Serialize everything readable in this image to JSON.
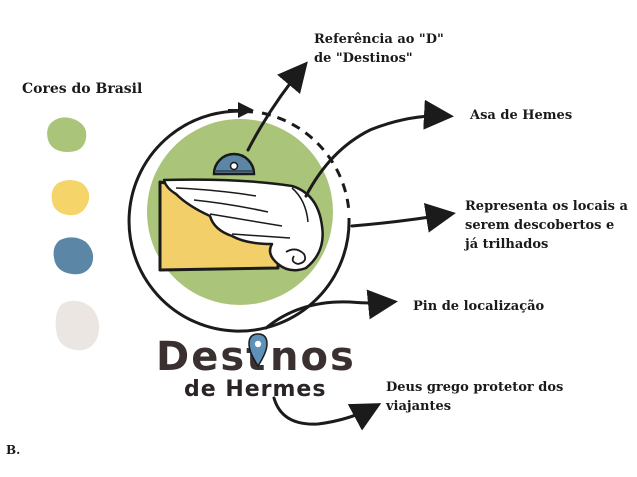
{
  "palette_title": "Cores do Brasil",
  "annotations": {
    "reference_d": "Referência ao \"D\"\nde \"Destinos\"",
    "wing": "Asa de Hemes",
    "places": "Representa os locais a\nserem descobertos e\njá trilhados",
    "pin": "Pin de localização",
    "god": "Deus grego protetor dos\nviajantes"
  },
  "logo": {
    "title_part1": "Dest",
    "title_part2": "nos",
    "subtitle": "de Hermes"
  },
  "figure_label": "B.",
  "colors": {
    "green": "#aac57a",
    "yellow": "#f5d46a",
    "blue": "#5c86a6",
    "light_gray": "#ebe6e1",
    "ink": "#1b1b1b",
    "pin_blue": "#5d91b8"
  }
}
